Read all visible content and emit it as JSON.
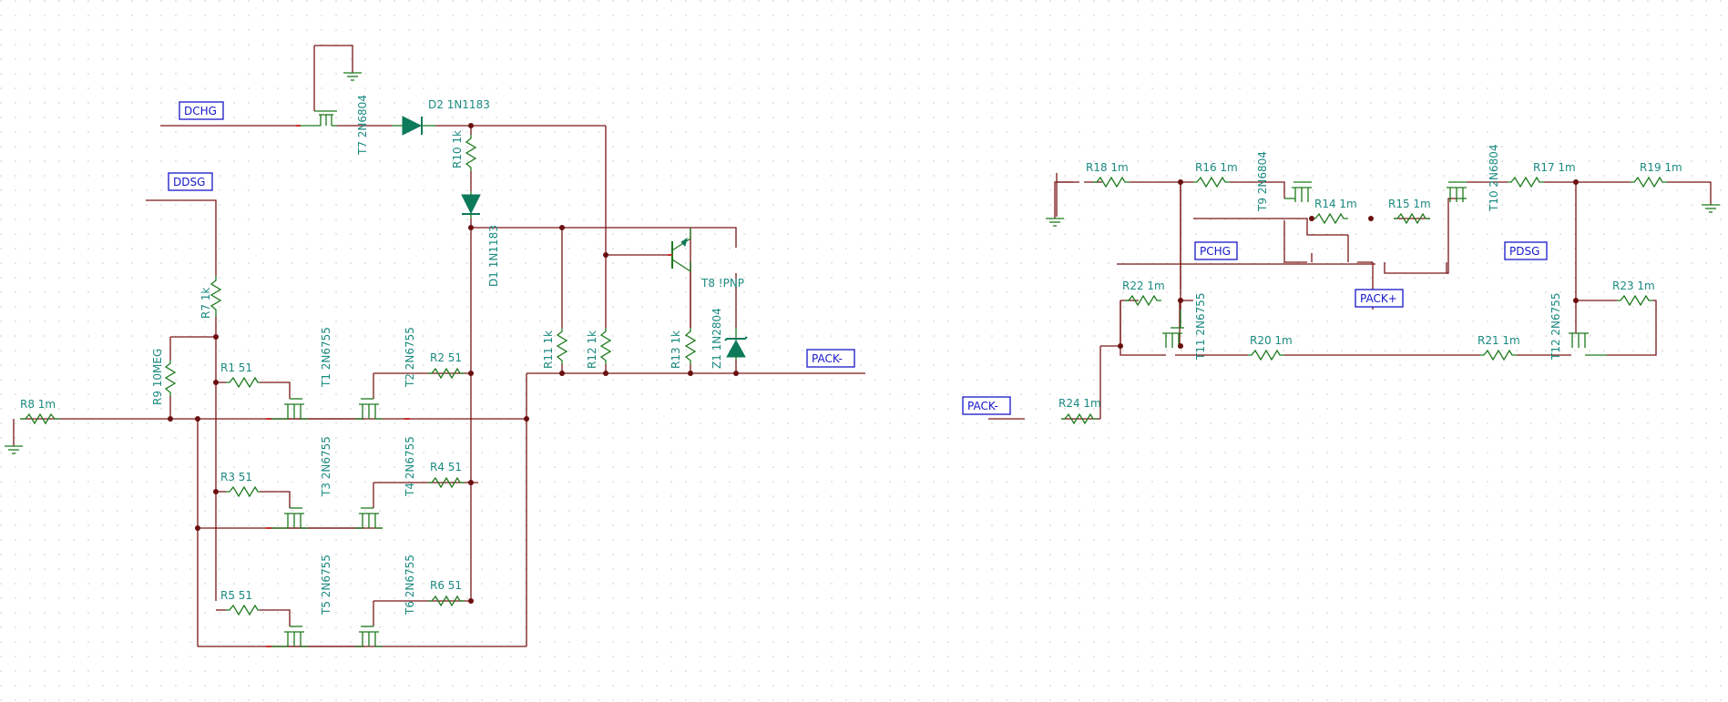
{
  "nets": {
    "dchg": "DCHG",
    "ddsg": "DDSG",
    "pack_minus_1": "PACK-",
    "pack_minus_2": "PACK-",
    "pchg": "PCHG",
    "pdsg": "PDSG",
    "pack_plus": "PACK+"
  },
  "components": {
    "R1": "R1 51",
    "R2": "R2 51",
    "R3": "R3 51",
    "R4": "R4 51",
    "R5": "R5 51",
    "R6": "R6 51",
    "R7": "R7 1k",
    "R8": "R8 1m",
    "R9": "R9 10MEG",
    "R10": "R10 1k",
    "R11": "R11 1k",
    "R12": "R12 1k",
    "R13": "R13 1k",
    "R14": "R14 1m",
    "R15": "R15 1m",
    "R16": "R16 1m",
    "R17": "R17 1m",
    "R18": "R18 1m",
    "R19": "R19 1m",
    "R20": "R20 1m",
    "R21": "R21 1m",
    "R22": "R22 1m",
    "R23": "R23 1m",
    "R24": "R24 1m",
    "T1": "T1 2N6755",
    "T2": "T2 2N6755",
    "T3": "T3 2N6755",
    "T4": "T4 2N6755",
    "T5": "T5 2N6755",
    "T6": "T6 2N6755",
    "T7": "T7 2N6804",
    "T8": "T8 !PNP",
    "T9": "T9 2N6804",
    "T10": "T10 2N6804",
    "T11": "T11 2N6755",
    "T12": "T12 2N6755",
    "D1": "D1 1N1183",
    "D2": "D2 1N1183",
    "Z1": "Z1 1N2804"
  },
  "colors": {
    "wire": "#7a1616",
    "component": "#1c7a1c",
    "label": "#1a8a80",
    "net_label": "#1616c8",
    "pin": "#c8302a"
  }
}
